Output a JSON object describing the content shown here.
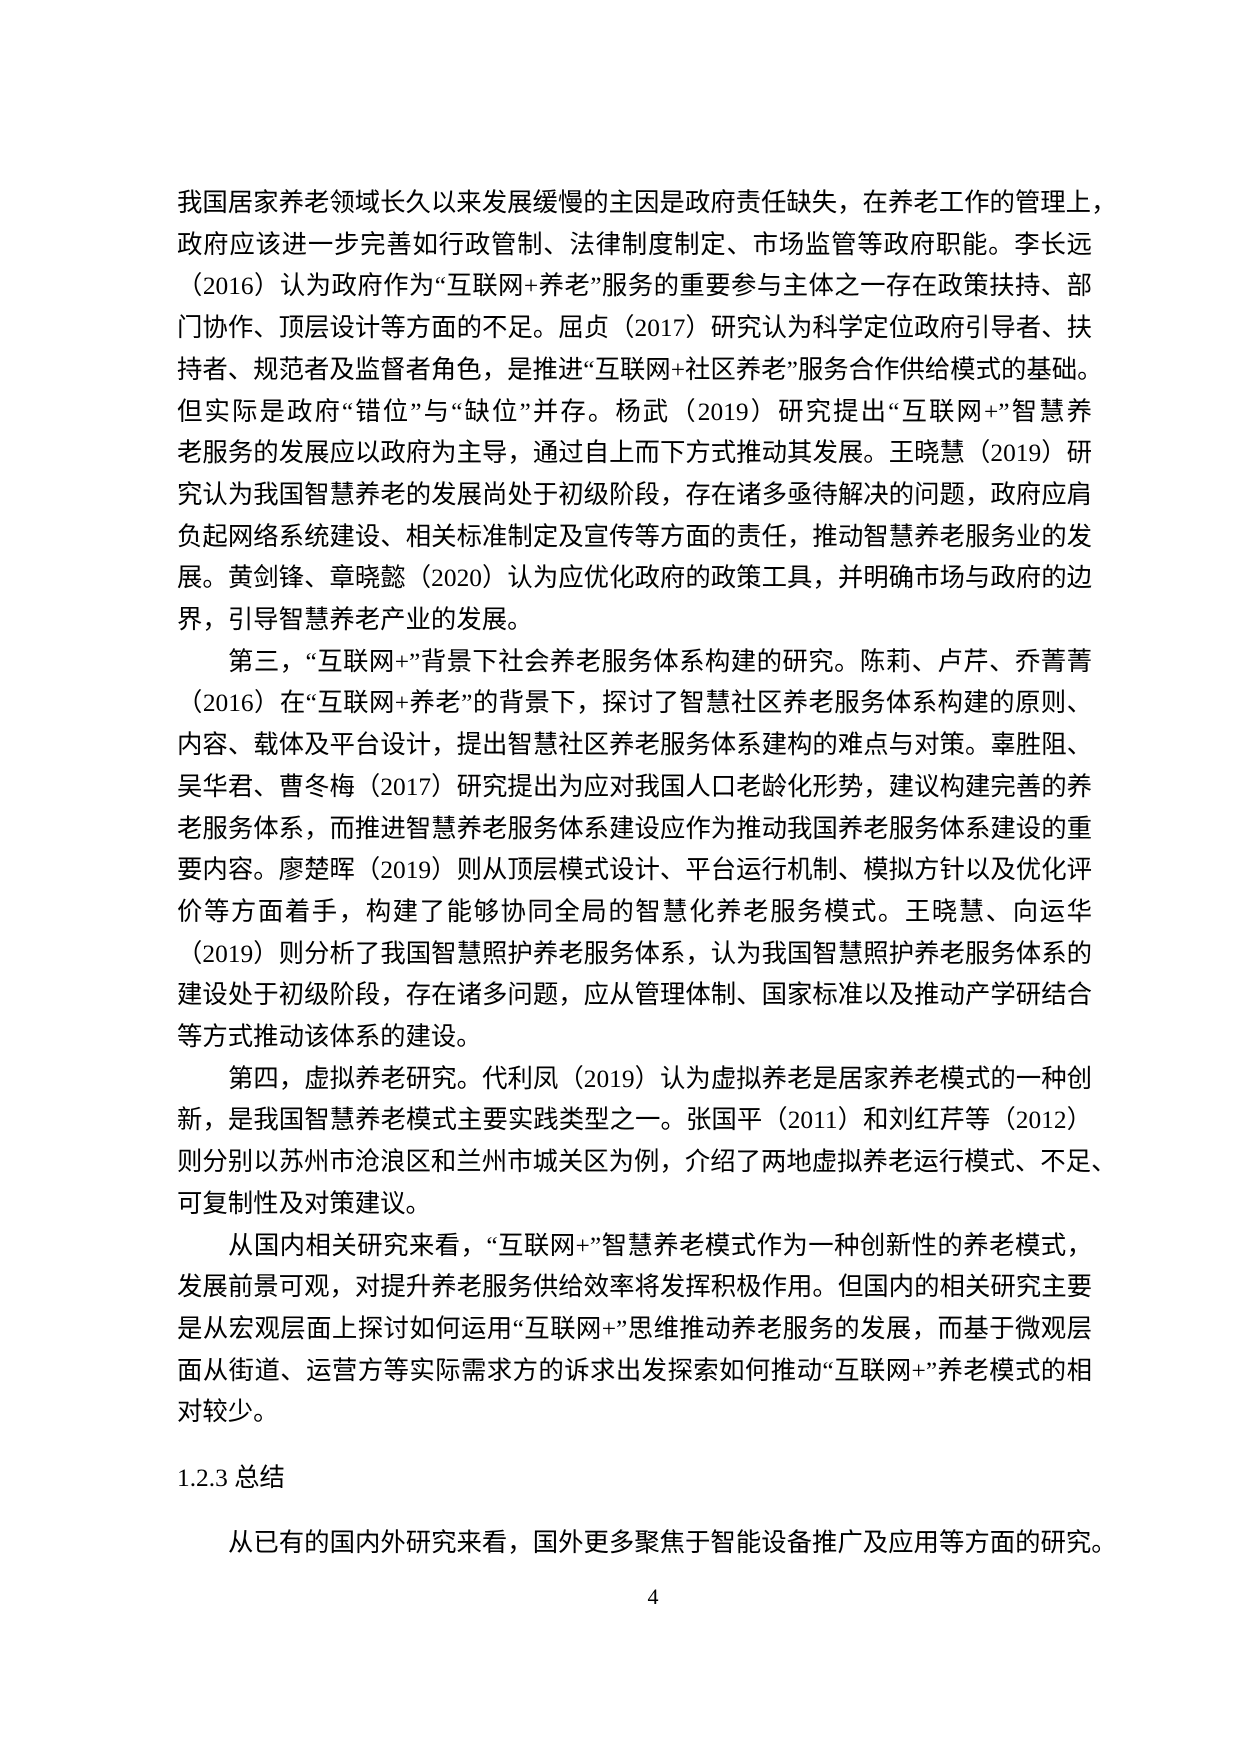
{
  "paragraphs": [
    {
      "indent": false,
      "lines": [
        "我国居家养老领域长久以来发展缓慢的主因是政府责任缺失，在养老工作的管理上，",
        "政府应该进一步完善如行政管制、法律制度制定、市场监管等政府职能。李长远",
        "（2016）认为政府作为“互联网+养老”服务的重要参与主体之一存在政策扶持、部",
        "门协作、顶层设计等方面的不足。屈贞（2017）研究认为科学定位政府引导者、扶",
        "持者、规范者及监督者角色，是推进“互联网+社区养老”服务合作供给模式的基础。",
        "但实际是政府“错位”与“缺位”并存。杨武（2019）研究提出“互联网+”智慧养",
        "老服务的发展应以政府为主导，通过自上而下方式推动其发展。王晓慧（2019）研",
        "究认为我国智慧养老的发展尚处于初级阶段，存在诸多亟待解决的问题，政府应肩",
        "负起网络系统建设、相关标准制定及宣传等方面的责任，推动智慧养老服务业的发",
        "展。黄剑锋、章晓懿（2020）认为应优化政府的政策工具，并明确市场与政府的边",
        "界，引导智慧养老产业的发展。"
      ]
    },
    {
      "indent": true,
      "lines": [
        "第三，“互联网+”背景下社会养老服务体系构建的研究。陈莉、卢芹、乔菁菁",
        "（2016）在“互联网+养老”的背景下，探讨了智慧社区养老服务体系构建的原则、",
        "内容、载体及平台设计，提出智慧社区养老服务体系建构的难点与对策。辜胜阻、",
        "吴华君、曹冬梅（2017）研究提出为应对我国人口老龄化形势，建议构建完善的养",
        "老服务体系，而推进智慧养老服务体系建设应作为推动我国养老服务体系建设的重",
        "要内容。廖楚晖（2019）则从顶层模式设计、平台运行机制、模拟方针以及优化评",
        "价等方面着手，构建了能够协同全局的智慧化养老服务模式。王晓慧、向运华",
        "（2019）则分析了我国智慧照护养老服务体系，认为我国智慧照护养老服务体系的",
        "建设处于初级阶段，存在诸多问题，应从管理体制、国家标准以及推动产学研结合",
        "等方式推动该体系的建设。"
      ]
    },
    {
      "indent": true,
      "lines": [
        "第四，虚拟养老研究。代利凤（2019）认为虚拟养老是居家养老模式的一种创",
        "新，是我国智慧养老模式主要实践类型之一。张国平（2011）和刘红芹等（2012）",
        "则分别以苏州市沧浪区和兰州市城关区为例，介绍了两地虚拟养老运行模式、不足、",
        "可复制性及对策建议。"
      ]
    },
    {
      "indent": true,
      "lines": [
        "从国内相关研究来看，“互联网+”智慧养老模式作为一种创新性的养老模式，",
        "发展前景可观，对提升养老服务供给效率将发挥积极作用。但国内的相关研究主要",
        "是从宏观层面上探讨如何运用“互联网+”思维推动养老服务的发展，而基于微观层",
        "面从街道、运营方等实际需求方的诉求出发探索如何推动“互联网+”养老模式的相",
        "对较少。"
      ]
    }
  ],
  "heading": "1.2.3 总结",
  "final_paragraph": "从已有的国内外研究来看，国外更多聚焦于智能设备推广及应用等方面的研究。",
  "page_number": "4"
}
